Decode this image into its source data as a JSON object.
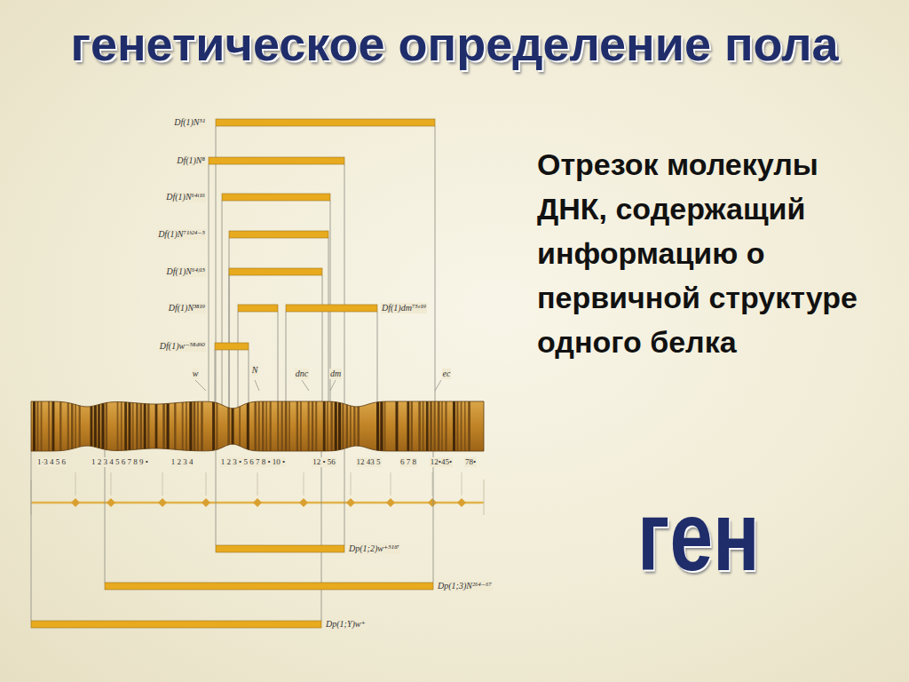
{
  "diagram": {
    "title": "генетическое определение пола",
    "labels": [
      "Отрезок молекулы ДНК, содержащий информацию о первичной структуре одного белка",
      "ген",
      "Df(1)N⁵¹",
      "Df(1)N⁸",
      "Df(1)N⁶⁴ⁱ¹⁶",
      "Df(1)N⁷¹ʰ²⁴⁻⁵",
      "Df(1)N⁶⁴ʲ¹⁵",
      "Df(1)N³⁸¹⁹",
      "Df(1)dm⁷⁵ᵉ¹⁹",
      "Df(1)w⁻⁵⁸ᵈ⁹⁰",
      "w",
      "N",
      "dnc",
      "dm",
      "ec",
      "Dp(1;2)w⁺⁵¹ᵇ⁷",
      "Dp(1;3)N²⁶⁴⁻⁶⁷",
      "Dp(1;Y)w⁺",
      "1·3 4 5 6",
      "1 2 3 4 5 6 7 8 9 •",
      "1 2 3 4",
      "1 2 3 • 5 6 7 8 • 10 •",
      "12 • 56",
      "12 43 5",
      "6 7 8",
      "12•45•",
      "78•"
    ]
  }
}
